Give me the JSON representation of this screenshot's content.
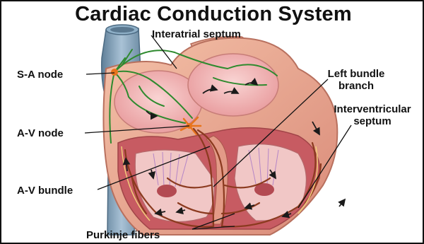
{
  "title": "Cardiac Conduction System",
  "labels": {
    "interatrial_septum": "Interatrial septum",
    "sa_node": "S-A node",
    "av_node": "A-V node",
    "av_bundle": "A-V bundle",
    "left_bundle_branch_line1": "Left bundle",
    "left_bundle_branch_line2": "branch",
    "interventricular_septum_line1": "Interventricular",
    "interventricular_septum_line2": "septum",
    "purkinje_fibers": "Purkinje fibers"
  },
  "colors": {
    "vessel": "#7f9fb8",
    "heart_wall": "#e8a897",
    "chamber": "#f2b8b5",
    "muscle": "#c9606a",
    "conduction_green": "#2e8a2e",
    "conduction_orange": "#e8741c",
    "fiber_brown": "#8b3a1f"
  }
}
